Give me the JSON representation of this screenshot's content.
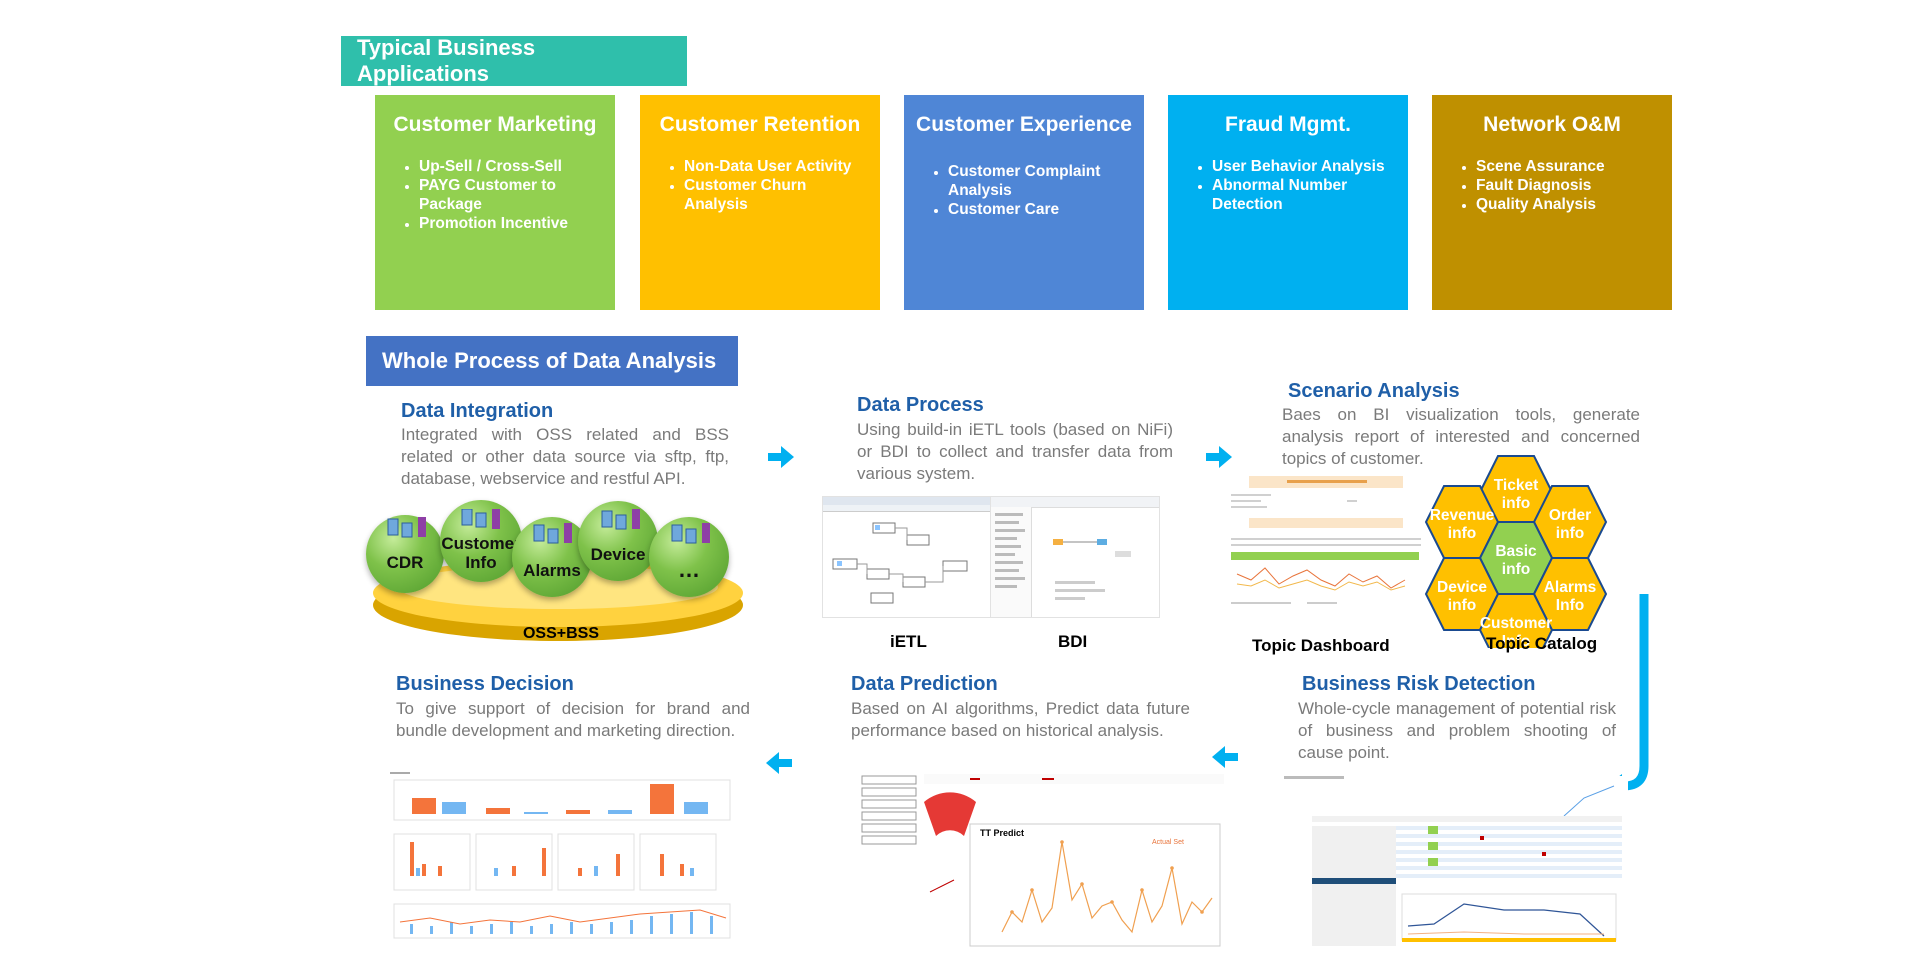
{
  "sections": {
    "apps_title": "Typical Business Applications",
    "process_title": "Whole Process of Data Analysis"
  },
  "apps": [
    {
      "title": "Customer Marketing",
      "color": "#92d050",
      "items": [
        "Up-Sell / Cross-Sell",
        "PAYG Customer to Package",
        "Promotion Incentive"
      ]
    },
    {
      "title": "Customer Retention",
      "color": "#ffc000",
      "items": [
        "Non-Data User Activity",
        "Customer Churn Analysis"
      ]
    },
    {
      "title": "Customer Experience",
      "color": "#4f86d6",
      "items": [
        "Customer Complaint Analysis",
        "Customer Care"
      ]
    },
    {
      "title": "Fraud Mgmt.",
      "color": "#00b0f0",
      "items": [
        "User Behavior Analysis",
        "Abnormal Number Detection"
      ]
    },
    {
      "title": "Network O&M",
      "color": "#bf9000",
      "items": [
        "Scene Assurance",
        "Fault Diagnosis",
        "Quality Analysis"
      ]
    }
  ],
  "steps": {
    "integration": {
      "title": "Data Integration",
      "body": "Integrated with OSS related and BSS related or other data source via sftp, ftp, database, webservice and restful API."
    },
    "process": {
      "title": "Data Process",
      "body": "Using build-in iETL tools (based on NiFi) or BDI to collect and transfer data from various system."
    },
    "scenario": {
      "title": "Scenario Analysis",
      "body": "Baes on BI visualization tools, generate analysis report of interested and concerned topics of customer."
    },
    "decision": {
      "title": "Business Decision",
      "body": "To give support of decision for brand and bundle development and marketing direction."
    },
    "prediction": {
      "title": "Data Prediction",
      "body": "Based on AI algorithms, Predict data future performance based on historical analysis."
    },
    "risk": {
      "title": "Business Risk Detection",
      "body": "Whole-cycle management of potential risk of business and problem shooting of cause point."
    }
  },
  "integration_bubbles": [
    "CDR",
    "Customer Info",
    "Alarms",
    "Device",
    "…"
  ],
  "integration_base": "OSS+BSS",
  "process_labels": {
    "ietl": "iETL",
    "bdi": "BDI"
  },
  "scenario_labels": {
    "dashboard": "Topic Dashboard",
    "catalog": "Topic Catalog"
  },
  "hexes": [
    "Ticket info",
    "Revenue info",
    "Order info",
    "Basic info",
    "Device info",
    "Alarms Info",
    "Customer Info"
  ],
  "prediction_shot": {
    "title": "TT Predict",
    "legend": "Actual Set"
  },
  "colors": {
    "teal": "#2fbfab",
    "blue_tag": "#4472c4",
    "title_blue": "#1f5fa8",
    "arrow": "#00b0f0",
    "hex": "#ffc000",
    "hex_center": "#92d050"
  }
}
